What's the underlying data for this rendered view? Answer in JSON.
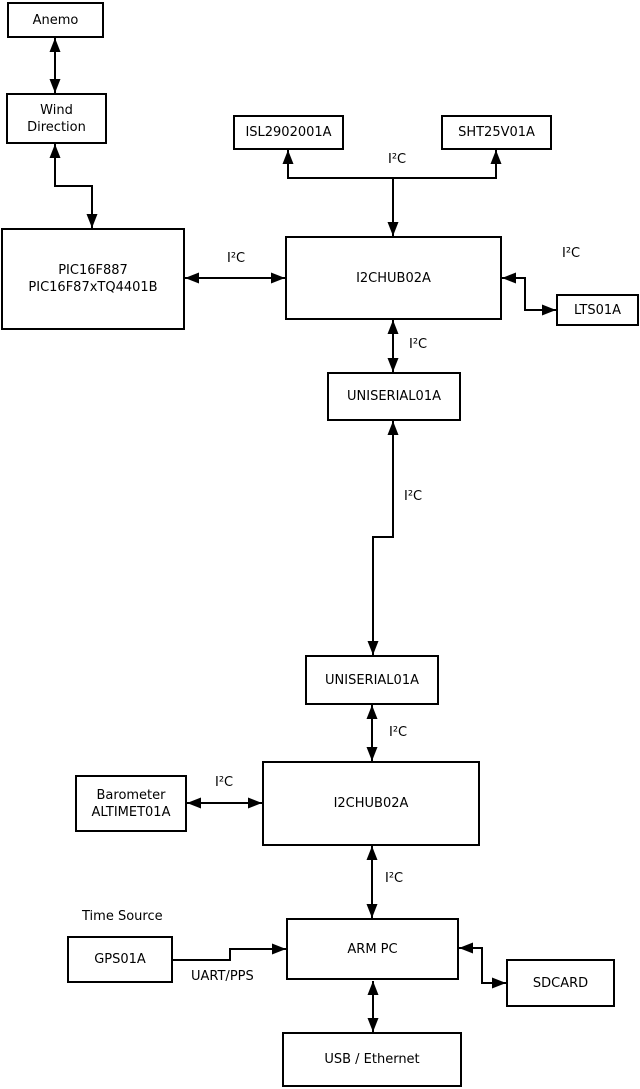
{
  "nodes": {
    "anemo": {
      "label": "Anemo"
    },
    "wind_direction": {
      "line1": "Wind",
      "line2": "Direction"
    },
    "pic": {
      "line1": "PIC16F887",
      "line2": "PIC16F87xTQ4401B"
    },
    "isl": {
      "label": "ISL2902001A"
    },
    "sht": {
      "label": "SHT25V01A"
    },
    "i2c_hub_1": {
      "label": "I2CHUB02A"
    },
    "lts": {
      "label": "LTS01A"
    },
    "uniserial_1": {
      "label": "UNISERIAL01A"
    },
    "uniserial_2": {
      "label": "UNISERIAL01A"
    },
    "i2c_hub_2": {
      "label": "I2CHUB02A"
    },
    "barometer": {
      "line1": "Barometer",
      "line2": "ALTIMET01A"
    },
    "gps": {
      "label": "GPS01A"
    },
    "arm_pc": {
      "label": "ARM PC"
    },
    "sdcard": {
      "label": "SDCARD"
    },
    "usb_ethernet": {
      "label": "USB / Ethernet"
    }
  },
  "edge_labels": {
    "i2c": "I²C",
    "uart_pps": "UART/PPS",
    "time_source": "Time Source"
  },
  "colors": {
    "line": "#000000",
    "box_fill": "#ffffff",
    "background": "#ffffff"
  }
}
